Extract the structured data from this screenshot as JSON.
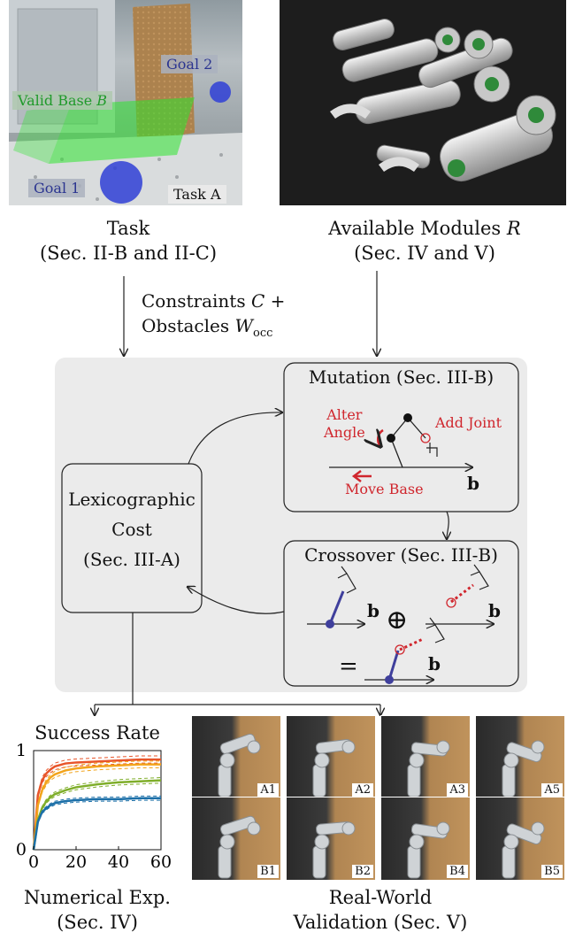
{
  "task_photo": {
    "goal2": "Goal 2",
    "valid_base": "Valid Base",
    "valid_base_symbol": "B",
    "goal1": "Goal 1",
    "task_a": "Task A"
  },
  "task_caption": {
    "line1": "Task",
    "line2": "(Sec. II-B and II-C)"
  },
  "modules_caption": {
    "line1": "Available Modules",
    "symbol": "R",
    "line2": "(Sec. IV and V)"
  },
  "arrow_label": {
    "line1": "Constraints",
    "c_symbol": "C",
    "plus": "+",
    "line2": "Obstacles",
    "w_symbol": "W",
    "w_sub": "occ"
  },
  "mutation": {
    "title": "Mutation (Sec. III-B)",
    "alter": "Alter",
    "angle": "Angle",
    "add_joint": "Add Joint",
    "move_base": "Move Base",
    "b": "b"
  },
  "cost": {
    "line1": "Lexicographic",
    "line2": "Cost",
    "line3": "(Sec. III-A)"
  },
  "crossover": {
    "title": "Crossover (Sec. III-B)",
    "b": "b",
    "oplus": "⊕",
    "equals": "="
  },
  "chart_data": {
    "type": "line",
    "title": "Success Rate",
    "xlim": [
      0,
      60
    ],
    "ylim": [
      0,
      1
    ],
    "xticks": [
      "0",
      "20",
      "40",
      "60"
    ],
    "yticks": [
      "0",
      "1"
    ],
    "grid": false,
    "series": [
      {
        "color": "#e8552a",
        "x": [
          0,
          2,
          4,
          6,
          8,
          10,
          15,
          20,
          30,
          40,
          50,
          60
        ],
        "values": [
          0,
          0.55,
          0.7,
          0.77,
          0.81,
          0.84,
          0.87,
          0.88,
          0.89,
          0.9,
          0.91,
          0.91
        ]
      },
      {
        "color": "#f2a41c",
        "x": [
          0,
          2,
          4,
          6,
          8,
          10,
          15,
          20,
          30,
          40,
          50,
          60
        ],
        "values": [
          0,
          0.45,
          0.6,
          0.68,
          0.73,
          0.76,
          0.8,
          0.82,
          0.84,
          0.85,
          0.86,
          0.86
        ]
      },
      {
        "color": "#7fae2a",
        "x": [
          0,
          2,
          4,
          6,
          8,
          10,
          15,
          20,
          30,
          40,
          50,
          60
        ],
        "values": [
          0,
          0.3,
          0.42,
          0.49,
          0.53,
          0.56,
          0.6,
          0.63,
          0.66,
          0.68,
          0.69,
          0.7
        ]
      },
      {
        "color": "#1b6fa8",
        "x": [
          0,
          2,
          4,
          6,
          8,
          10,
          15,
          20,
          30,
          40,
          50,
          60
        ],
        "values": [
          0,
          0.28,
          0.38,
          0.42,
          0.45,
          0.47,
          0.49,
          0.5,
          0.51,
          0.51,
          0.52,
          0.52
        ]
      }
    ]
  },
  "numerical_caption": {
    "line1": "Numerical Exp.",
    "line2": "(Sec. IV)"
  },
  "realworld_caption": {
    "line1": "Real-World",
    "line2": "Validation (Sec. V)"
  },
  "thumbs": [
    "A1",
    "A2",
    "A3",
    "A5",
    "B1",
    "B2",
    "B4",
    "B5"
  ]
}
